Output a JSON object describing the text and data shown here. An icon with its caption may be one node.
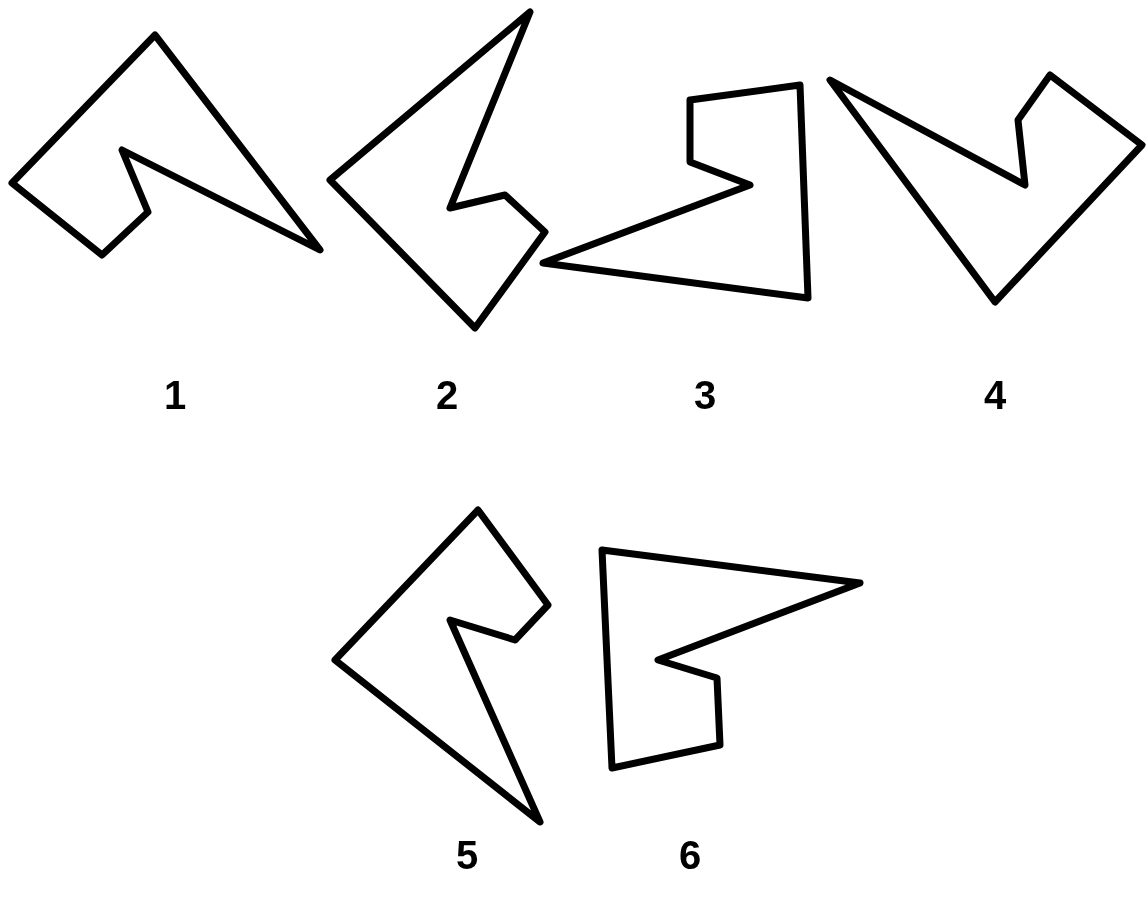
{
  "diagram": {
    "nodes": [
      {
        "text": [],
        "shape": "polygon",
        "beside": [
          "1"
        ]
      },
      {
        "text": [],
        "shape": "polygon",
        "beside": [
          "2"
        ]
      },
      {
        "text": [],
        "shape": "polygon",
        "beside": [
          "3"
        ]
      },
      {
        "text": [],
        "shape": "polygon",
        "beside": [
          "4"
        ]
      },
      {
        "text": [],
        "shape": "polygon",
        "beside": [
          "5"
        ]
      },
      {
        "text": [],
        "shape": "polygon",
        "beside": [
          "6"
        ]
      }
    ]
  }
}
